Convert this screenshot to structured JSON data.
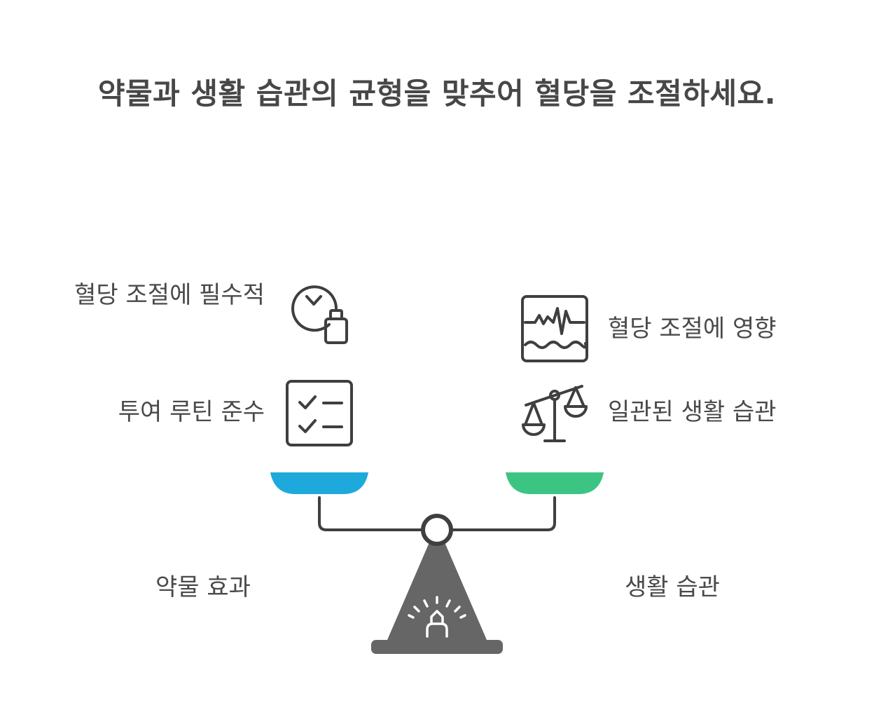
{
  "title": "약물과 생활 습관의 균형을 맞추어 혈당을 조절하세요.",
  "left": {
    "category": "약물 효과",
    "items": [
      {
        "label": "혈당 조절에 필수적",
        "icon": "clock-medication-icon"
      },
      {
        "label": "투여 루틴 준수",
        "icon": "checklist-icon"
      }
    ],
    "pan_color": "#1ea9dc"
  },
  "right": {
    "category": "생활 습관",
    "items": [
      {
        "label": "혈당 조절에 영향",
        "icon": "glucose-monitor-icon"
      },
      {
        "label": "일관된 생활 습관",
        "icon": "balance-scale-icon"
      }
    ],
    "pan_color": "#3cc483"
  },
  "colors": {
    "text": "#4a4a4a",
    "stand": "#666666",
    "icon_stroke": "#3f3f3f"
  }
}
